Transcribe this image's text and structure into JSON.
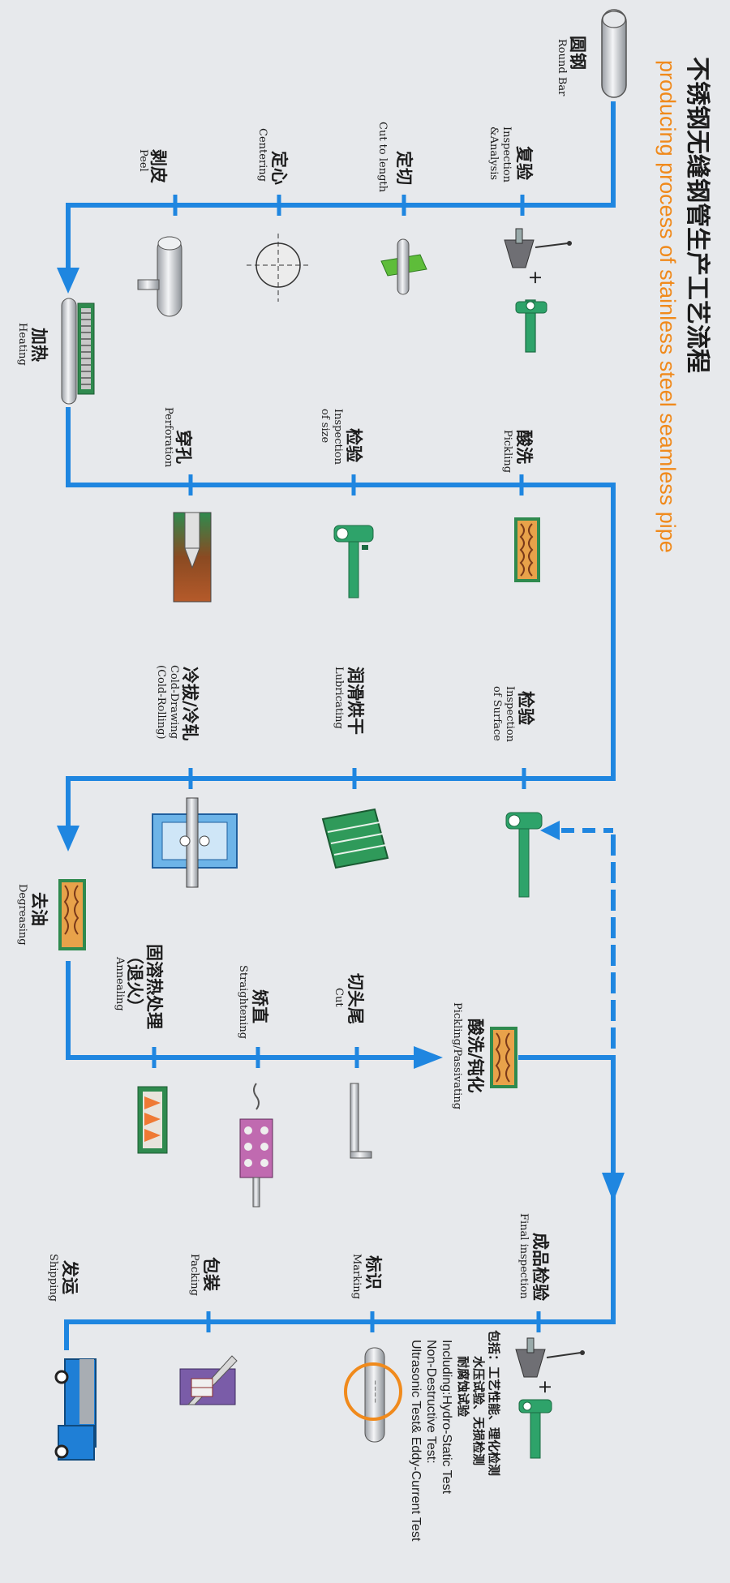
{
  "title": {
    "cn": "不锈钢无缝钢管生产工艺流程",
    "en": "producing process of stainless steel seamless pipe"
  },
  "steps": {
    "round_bar": {
      "cn": "圆钢",
      "en": "Round Bar"
    },
    "inspection_analysis": {
      "cn": "复验",
      "en1": "Inspection",
      "en2": "&Analysis"
    },
    "cut_to_length": {
      "cn": "定切",
      "en": "Cut to length"
    },
    "centering": {
      "cn": "定心",
      "en": "Centering"
    },
    "peel": {
      "cn": "剥皮",
      "en": "Peel"
    },
    "heating": {
      "cn": "加热",
      "en": "Heating"
    },
    "perforation": {
      "cn": "穿孔",
      "en": "Perforation"
    },
    "inspection_size": {
      "cn": "检验",
      "en1": "Inspection",
      "en2": "of size"
    },
    "pickling": {
      "cn": "酸洗",
      "en": "Pickling"
    },
    "cold_drawing": {
      "cn": "冷拔/冷轧",
      "en1": "Cold-Drawing",
      "en2": "(Cold-Rolling)"
    },
    "lubricating": {
      "cn": "润滑烘干",
      "en": "Lubricating"
    },
    "inspection_surface": {
      "cn": "检验",
      "en1": "Inspection",
      "en2": "of Surface"
    },
    "degreasing": {
      "cn": "去油",
      "en": "Degreasing"
    },
    "annealing": {
      "cn1": "固溶热处理",
      "cn2": "（退火）",
      "en": "Annealing"
    },
    "straightening": {
      "cn": "矫直",
      "en": "Straightening"
    },
    "cut": {
      "cn": "切头尾",
      "en": "Cut"
    },
    "pickling_passivating": {
      "cn": "酸洗/钝化",
      "en": "Pickling/Passivating"
    },
    "final_inspection": {
      "cn": "成品检验",
      "en": "Final inspection"
    },
    "marking": {
      "cn": "标识",
      "en": "Marking"
    },
    "packing": {
      "cn": "包装",
      "en": "Packing"
    },
    "shipping": {
      "cn": "发运",
      "en": "Shipping"
    }
  },
  "final_note": {
    "cn1": "包括：工艺性能、理化检测",
    "cn2": "水压试验、无损检测",
    "cn3": "耐腐蚀试验",
    "en1": "Including:Hydro-Static Test",
    "en2": "Non-Destructive Test:",
    "en3": "Ultrasonic Test& Eddy-Current Test"
  },
  "plus_sign": "+",
  "colors": {
    "flow": "#1f86e0",
    "accent": "#f08a1c",
    "tool_green": "#2ea36a",
    "heater_green": "#2f8a4e"
  }
}
